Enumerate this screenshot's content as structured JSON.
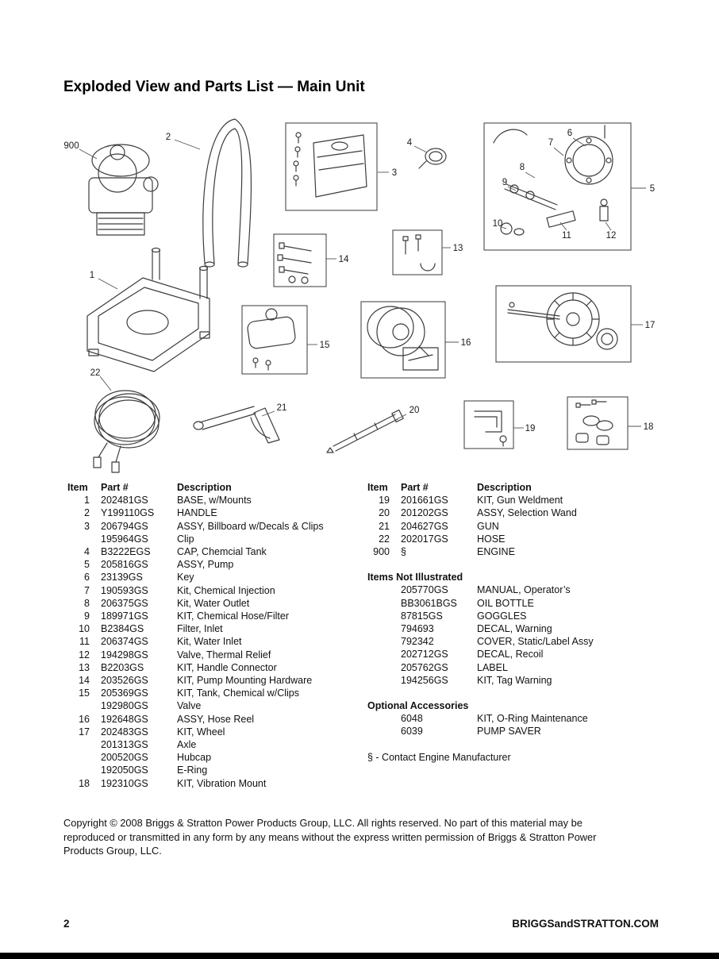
{
  "page": {
    "title": "Exploded View and Parts List — Main Unit",
    "page_number": "2",
    "website": "BRIGGSandSTRATTON.COM",
    "copyright": "Copyright © 2008 Briggs & Stratton Power Products Group, LLC.  All rights reserved.  No part of this material may be reproduced or transmitted in any form by any means without the express written permission of Briggs & Stratton Power Products Group, LLC."
  },
  "diagram": {
    "callouts": {
      "c1": "1",
      "c2": "2",
      "c3": "3",
      "c4": "4",
      "c5": "5",
      "c6": "6",
      "c7": "7",
      "c8": "8",
      "c9": "9",
      "c10": "10",
      "c11": "11",
      "c12": "12",
      "c13": "13",
      "c14": "14",
      "c15": "15",
      "c16": "16",
      "c17": "17",
      "c18": "18",
      "c19": "19",
      "c20": "20",
      "c21": "21",
      "c22": "22",
      "c900": "900"
    }
  },
  "parts_table": {
    "headers": {
      "item": "Item",
      "part": "Part #",
      "description": "Description"
    },
    "left_rows": [
      {
        "item": "1",
        "part": "202481GS",
        "desc": "BASE, w/Mounts"
      },
      {
        "item": "2",
        "part": "Y199110GS",
        "desc": "HANDLE"
      },
      {
        "item": "3",
        "part": "206794GS",
        "desc": "ASSY, Billboard w/Decals & Clips"
      },
      {
        "item": "",
        "part": "195964GS",
        "desc": "Clip"
      },
      {
        "item": "4",
        "part": "B3222EGS",
        "desc": "CAP, Chemcial Tank"
      },
      {
        "item": "5",
        "part": "205816GS",
        "desc": "ASSY, Pump"
      },
      {
        "item": "6",
        "part": "23139GS",
        "desc": "Key"
      },
      {
        "item": "7",
        "part": "190593GS",
        "desc": "Kit, Chemical Injection"
      },
      {
        "item": "8",
        "part": "206375GS",
        "desc": "Kit, Water Outlet"
      },
      {
        "item": "9",
        "part": "189971GS",
        "desc": "KIT, Chemical Hose/Filter"
      },
      {
        "item": "10",
        "part": "B2384GS",
        "desc": "Filter, Inlet"
      },
      {
        "item": "11",
        "part": "206374GS",
        "desc": "Kit, Water Inlet"
      },
      {
        "item": "12",
        "part": "194298GS",
        "desc": "Valve, Thermal Relief"
      },
      {
        "item": "13",
        "part": "B2203GS",
        "desc": "KIT, Handle Connector"
      },
      {
        "item": "14",
        "part": "203526GS",
        "desc": "KIT, Pump Mounting Hardware"
      },
      {
        "item": "15",
        "part": "205369GS",
        "desc": "KIT, Tank, Chemical w/Clips"
      },
      {
        "item": "",
        "part": "192980GS",
        "desc": "Valve"
      },
      {
        "item": "16",
        "part": "192648GS",
        "desc": "ASSY, Hose Reel"
      },
      {
        "item": "17",
        "part": "202483GS",
        "desc": "KIT, Wheel"
      },
      {
        "item": "",
        "part": "201313GS",
        "desc": "Axle"
      },
      {
        "item": "",
        "part": "200520GS",
        "desc": "Hubcap"
      },
      {
        "item": "",
        "part": "192050GS",
        "desc": "E-Ring"
      },
      {
        "item": "18",
        "part": "192310GS",
        "desc": "KIT, Vibration Mount"
      }
    ],
    "right_rows": [
      {
        "item": "19",
        "part": "201661GS",
        "desc": "KIT, Gun Weldment"
      },
      {
        "item": "20",
        "part": "201202GS",
        "desc": "ASSY, Selection Wand"
      },
      {
        "item": "21",
        "part": "204627GS",
        "desc": "GUN"
      },
      {
        "item": "22",
        "part": "202017GS",
        "desc": "HOSE"
      },
      {
        "item": "900",
        "part": "§",
        "desc": "ENGINE"
      }
    ],
    "not_illustrated": {
      "title": "Items Not Illustrated",
      "rows": [
        {
          "item": "",
          "part": "205770GS",
          "desc": "MANUAL, Operator’s"
        },
        {
          "item": "",
          "part": "BB3061BGS",
          "desc": "OIL BOTTLE"
        },
        {
          "item": "",
          "part": "87815GS",
          "desc": "GOGGLES"
        },
        {
          "item": "",
          "part": "794693",
          "desc": "DECAL, Warning"
        },
        {
          "item": "",
          "part": "792342",
          "desc": "COVER, Static/Label Assy"
        },
        {
          "item": "",
          "part": "202712GS",
          "desc": "DECAL, Recoil"
        },
        {
          "item": "",
          "part": "205762GS",
          "desc": "LABEL"
        },
        {
          "item": "",
          "part": "194256GS",
          "desc": "KIT, Tag Warning"
        }
      ]
    },
    "optional": {
      "title": "Optional Accessories",
      "rows": [
        {
          "item": "",
          "part": "6048",
          "desc": "KIT, O-Ring Maintenance"
        },
        {
          "item": "",
          "part": "6039",
          "desc": "PUMP SAVER"
        }
      ]
    },
    "footnote": "§ - Contact Engine Manufacturer"
  }
}
